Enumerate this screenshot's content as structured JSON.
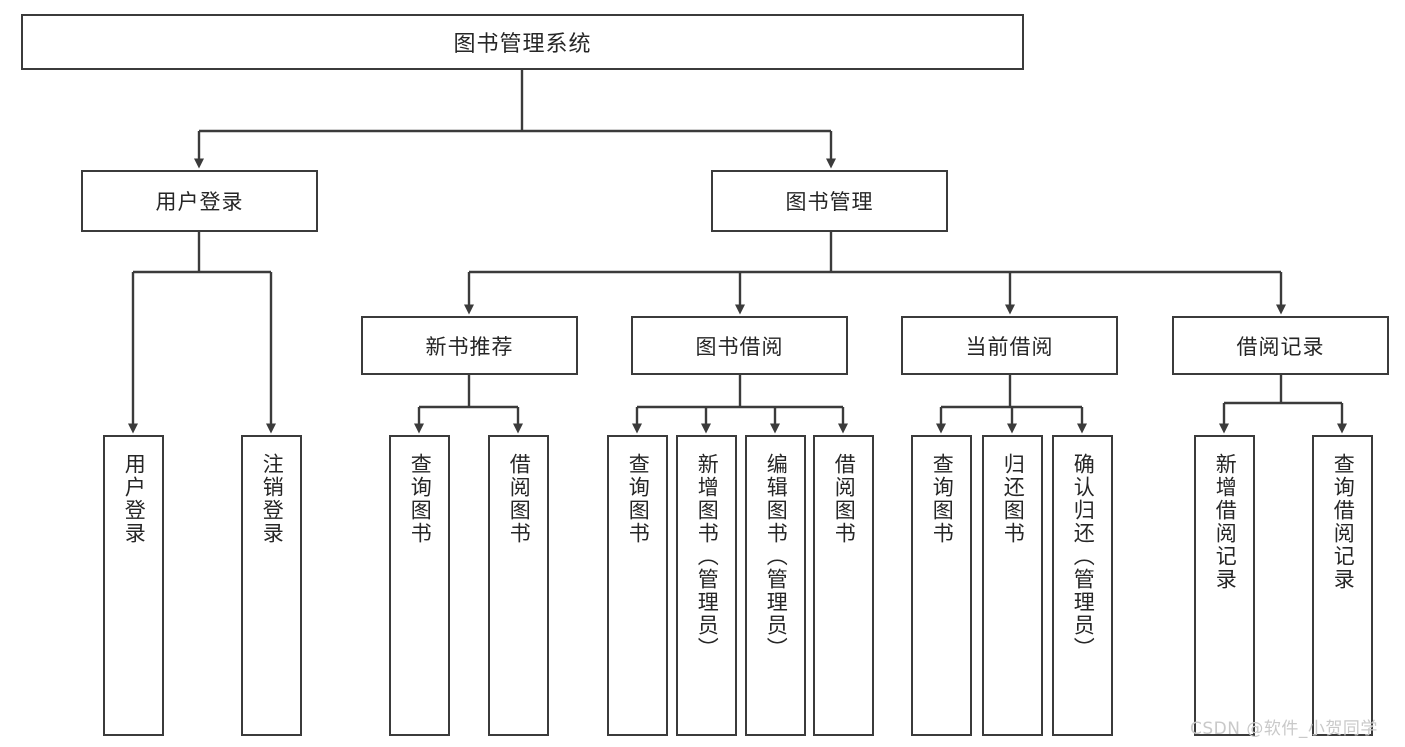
{
  "diagram": {
    "title": "图书管理系统",
    "type": "tree",
    "watermark": "CSDN @软件_小贺同学",
    "colors": {
      "box_border": "#3b3b3b",
      "box_fill": "#ffffff",
      "text": "#262626",
      "connector": "#3b3b3b",
      "watermark": "#c9c9c9"
    },
    "root": {
      "label": "图书管理系统"
    },
    "level1": [
      {
        "label": "用户登录"
      },
      {
        "label": "图书管理"
      }
    ],
    "level2": [
      {
        "label": "新书推荐"
      },
      {
        "label": "图书借阅"
      },
      {
        "label": "当前借阅"
      },
      {
        "label": "借阅记录"
      }
    ],
    "leaves": {
      "user_login": [
        {
          "label": "用户登录"
        },
        {
          "label": "注销登录"
        }
      ],
      "new_book": [
        {
          "label": "查询图书"
        },
        {
          "label": "借阅图书"
        }
      ],
      "borrow_book": [
        {
          "label": "查询图书"
        },
        {
          "label": "新增图书（管理员）"
        },
        {
          "label": "编辑图书（管理员）"
        },
        {
          "label": "借阅图书"
        }
      ],
      "current_borrow": [
        {
          "label": "查询图书"
        },
        {
          "label": "归还图书"
        },
        {
          "label": "确认归还（管理员）"
        }
      ],
      "borrow_record": [
        {
          "label": "新增借阅记录"
        },
        {
          "label": "查询借阅记录"
        }
      ]
    }
  }
}
